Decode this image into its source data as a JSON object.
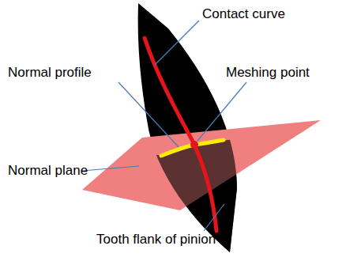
{
  "diagram": {
    "labels": [
      "Contact curve",
      "Normal profile",
      "Meshing point",
      "Normal plane",
      "Tooth flank of pinion"
    ]
  }
}
